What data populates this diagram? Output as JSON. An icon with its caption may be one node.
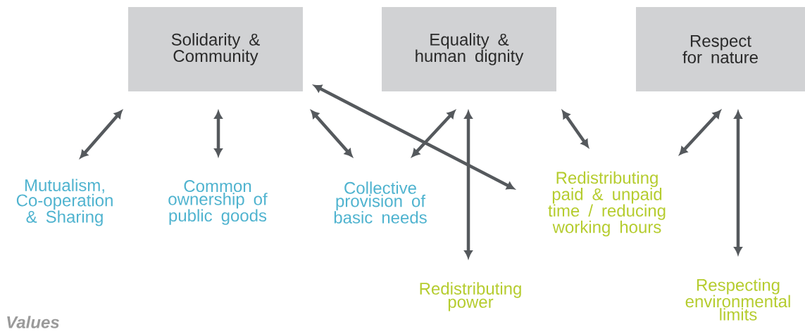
{
  "diagram": {
    "nodes": [
      {
        "text": [
          "Solidarity & Community"
        ]
      },
      {
        "text": [
          "Equality & human dignity"
        ]
      },
      {
        "text": [
          "Respect for nature"
        ]
      },
      {
        "text": [
          "Mutualism, Co-operation & Sharing"
        ]
      },
      {
        "text": [
          "Common ownership of public goods"
        ]
      },
      {
        "text": [
          "Collective provision of basic needs"
        ]
      },
      {
        "text": [
          "Redistributing paid & unpaid time / reducing working hours"
        ]
      },
      {
        "text": [
          "Redistributing power"
        ]
      },
      {
        "text": [
          "Respecting environmental limits"
        ]
      }
    ],
    "edges": [
      {
        "from": 0,
        "to": 3,
        "arrow": "both"
      },
      {
        "from": 0,
        "to": 4,
        "arrow": "both"
      },
      {
        "from": 0,
        "to": 5,
        "arrow": "both"
      },
      {
        "from": 0,
        "to": 6,
        "arrow": "both"
      },
      {
        "from": 1,
        "to": 5,
        "arrow": "both"
      },
      {
        "from": 1,
        "to": 7,
        "arrow": "both"
      },
      {
        "from": 1,
        "to": 6,
        "arrow": "both"
      },
      {
        "from": 2,
        "to": 6,
        "arrow": "both"
      },
      {
        "from": 2,
        "to": 8,
        "arrow": "both"
      }
    ],
    "labels": [
      "Values"
    ]
  }
}
